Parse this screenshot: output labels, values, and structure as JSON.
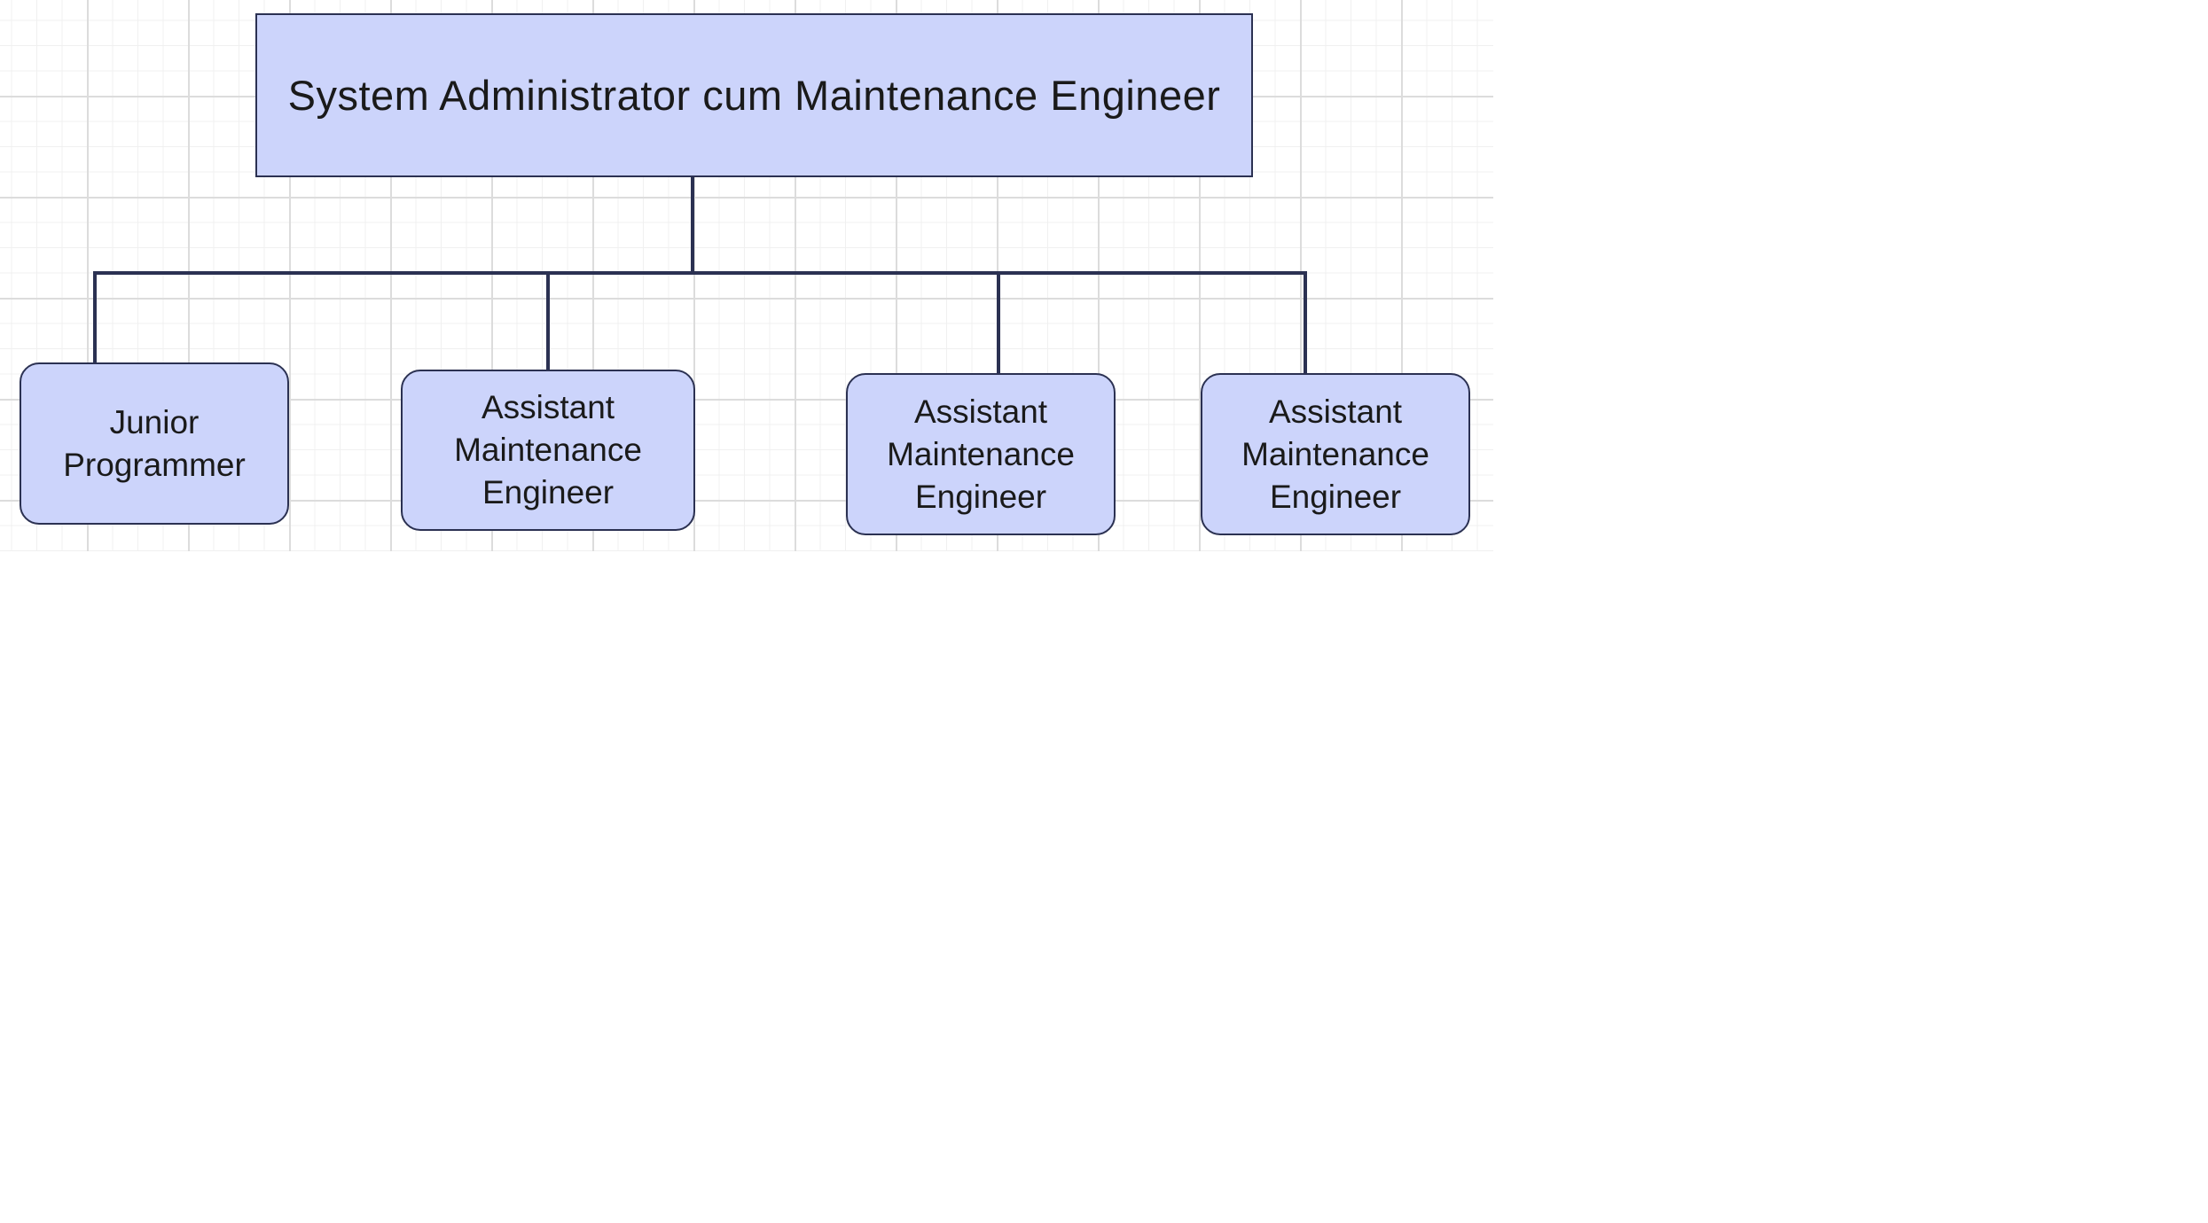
{
  "diagram": {
    "type": "org-chart",
    "colors": {
      "box_fill": "#ccd4fb",
      "box_border": "#2b3152",
      "connector": "#2b3152",
      "grid_line": "#dcdcdc"
    },
    "root": {
      "label": "System Administrator cum Maintenance Engineer"
    },
    "children": [
      {
        "label_lines": [
          "Junior",
          "Programmer"
        ]
      },
      {
        "label_lines": [
          "Assistant",
          "Maintenance",
          "Engineer"
        ]
      },
      {
        "label_lines": [
          "Assistant",
          "Maintenance",
          "Engineer"
        ]
      },
      {
        "label_lines": [
          "Assistant",
          "Maintenance",
          "Engineer"
        ]
      }
    ]
  }
}
